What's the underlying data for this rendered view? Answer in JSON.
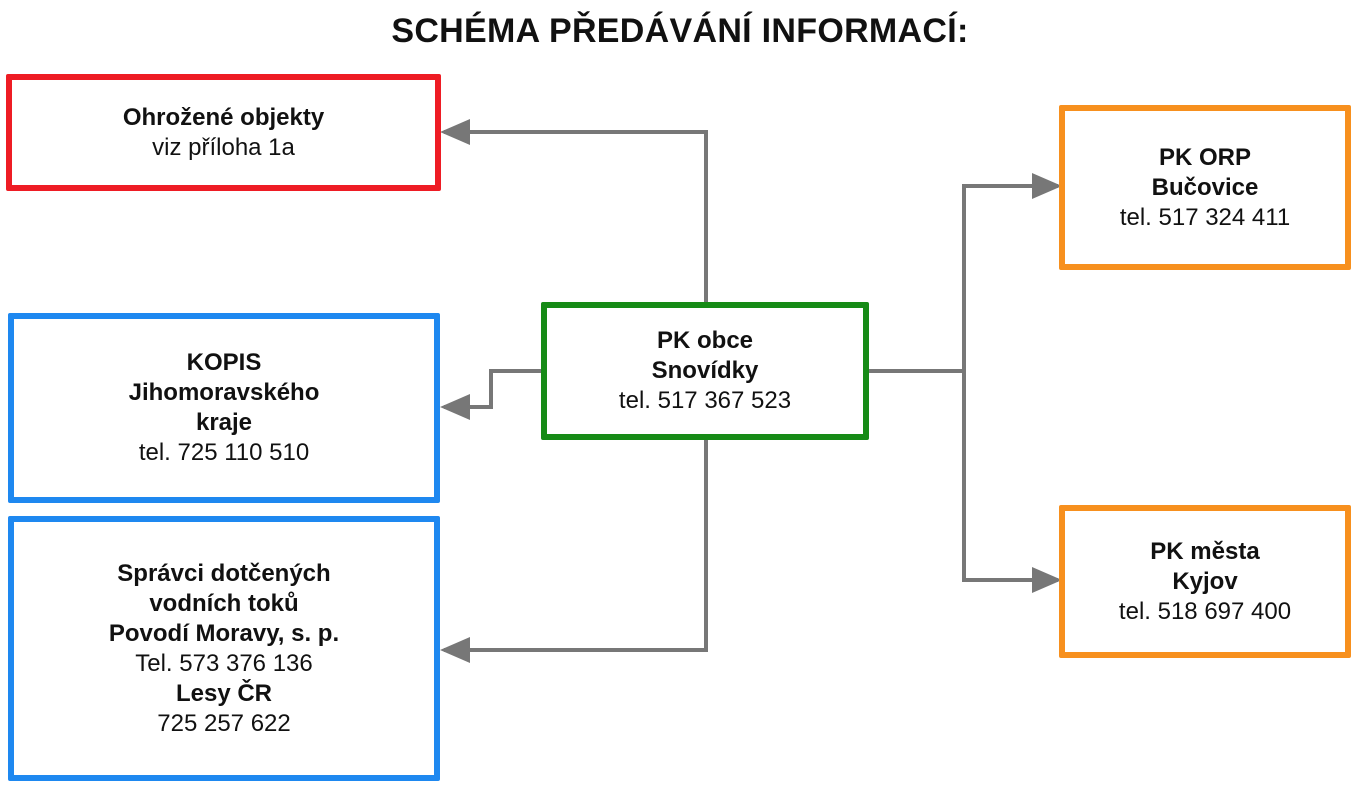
{
  "title": "SCHÉMA PŘEDÁVÁNÍ INFORMACÍ:",
  "colors": {
    "red": "#ee1c24",
    "blue": "#1e88f0",
    "green": "#168b16",
    "orange": "#f7901e",
    "connector": "#777777"
  },
  "nodes": {
    "ohrozene": {
      "line1": "Ohrožené objekty",
      "line2": "viz příloha 1a"
    },
    "kopis": {
      "line1": "KOPIS",
      "line2": "Jihomoravského",
      "line3": "kraje",
      "phone": "tel. 725 110 510"
    },
    "spravci": {
      "line1": "Správci dotčených",
      "line2": "vodních toků",
      "line3": "Povodí Moravy, s. p.",
      "phone1": "Tel. 573 376 136",
      "line4": "Lesy ČR",
      "phone2": "725 257 622"
    },
    "obec": {
      "line1": "PK obce",
      "line2": "Snovídky",
      "phone": "tel. 517 367 523"
    },
    "orp": {
      "line1": "PK ORP",
      "line2": "Bučovice",
      "phone": "tel. 517 324 411"
    },
    "mesto": {
      "line1": "PK města",
      "line2": "Kyjov",
      "phone": "tel. 518 697 400"
    }
  }
}
